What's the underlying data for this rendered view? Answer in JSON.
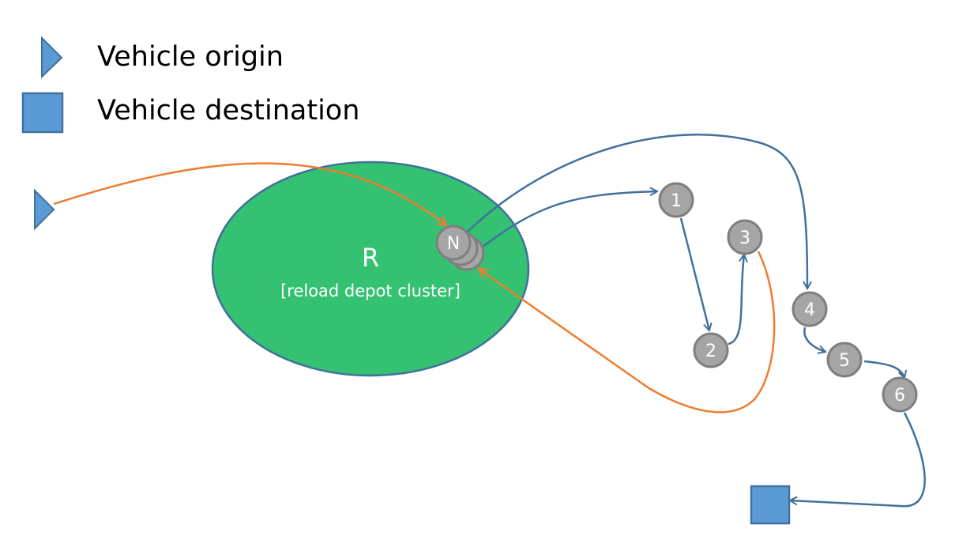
{
  "legend": {
    "origin_label": "Vehicle origin",
    "destination_label": "Vehicle destination"
  },
  "cluster": {
    "title": "R",
    "subtitle": "[reload depot cluster]"
  },
  "nodes": {
    "n": "N",
    "n1": "1",
    "n2": "2",
    "n3": "3",
    "n4": "4",
    "n5": "5",
    "n6": "6"
  },
  "colors": {
    "blue": "#5b9bd5",
    "blue_stroke": "#41719c",
    "orange": "#ed7d31",
    "green": "#34c172",
    "node": "#a5a5a5",
    "node_stroke": "#7f7f7f"
  }
}
